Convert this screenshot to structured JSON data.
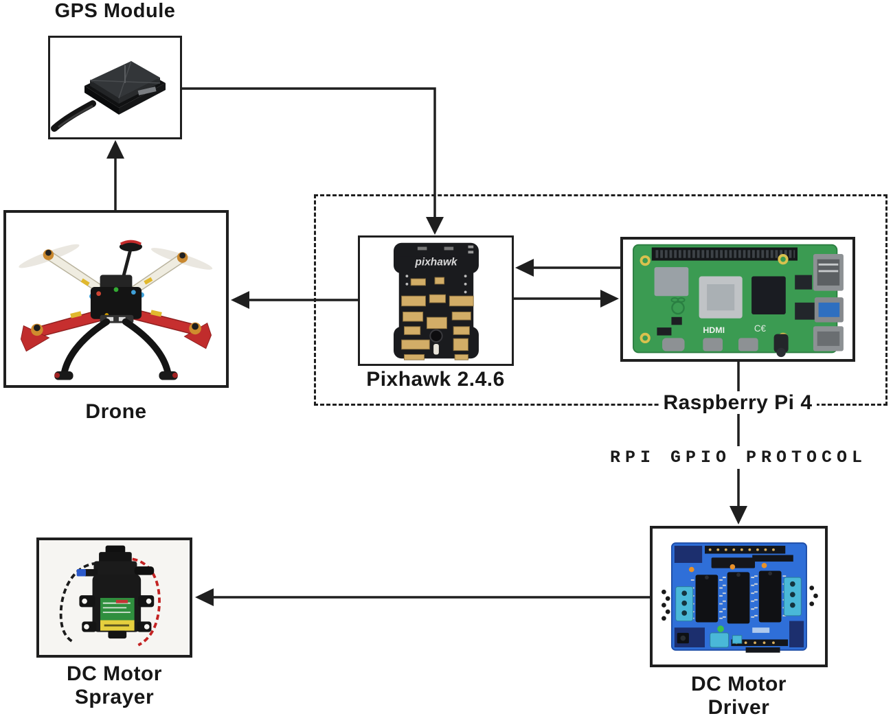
{
  "diagram": {
    "nodes": {
      "gps": {
        "label": "GPS Module"
      },
      "drone": {
        "label": "Drone"
      },
      "pixhawk": {
        "label": "Pixhawk 2.4.6",
        "board_text": "pixhawk"
      },
      "rpi": {
        "label": "Raspberry Pi 4",
        "board_text": "HDMI"
      },
      "driver": {
        "label": "DC Motor\nDriver"
      },
      "sprayer": {
        "label": "DC Motor\nSprayer"
      }
    },
    "edges": {
      "rpi_to_driver": {
        "label": "RPI GPIO PROTOCOL"
      }
    },
    "colors": {
      "line": "#1f1f1f",
      "rpi_board_green": "#3b9b52",
      "driver_board_blue": "#2f6fd8",
      "drone_red": "#c62f2f",
      "connector_gold": "#d2ad67",
      "terminal_cyan": "#4ab8d8",
      "mount_hole_yellow": "#d9c14e"
    }
  }
}
